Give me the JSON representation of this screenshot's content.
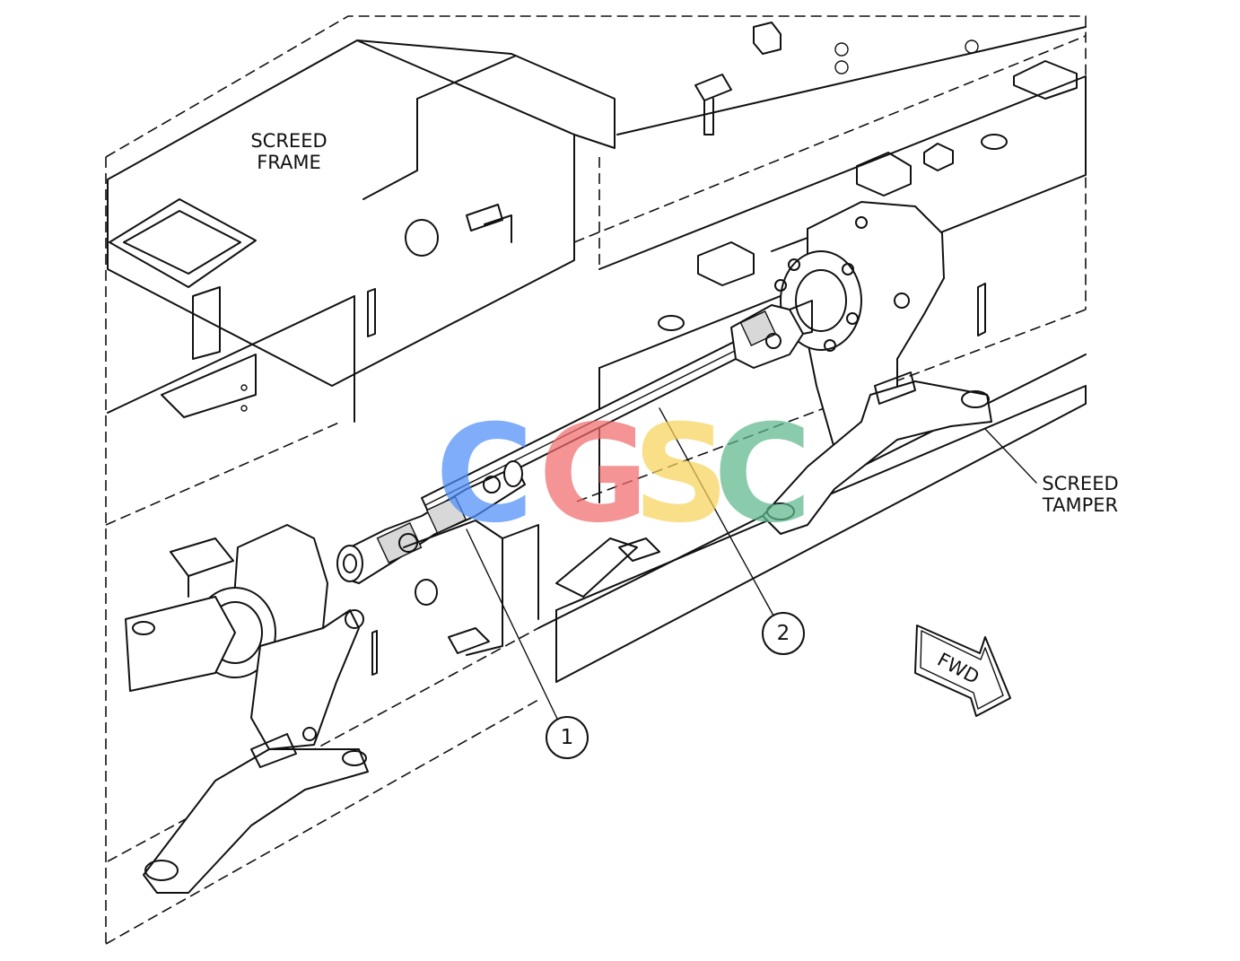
{
  "labels": {
    "screed_frame_line1": "SCREED",
    "screed_frame_line2": "FRAME",
    "screed_tamper_line1": "SCREED",
    "screed_tamper_line2": "TAMPER",
    "fwd": "FWD"
  },
  "callouts": [
    {
      "number": "1"
    },
    {
      "number": "2"
    }
  ],
  "watermark": {
    "letters": [
      "C",
      "G",
      "S",
      "C"
    ],
    "colors": [
      "#4f8ef7",
      "#f26b6b",
      "#f7d45a",
      "#5cb88a"
    ]
  }
}
